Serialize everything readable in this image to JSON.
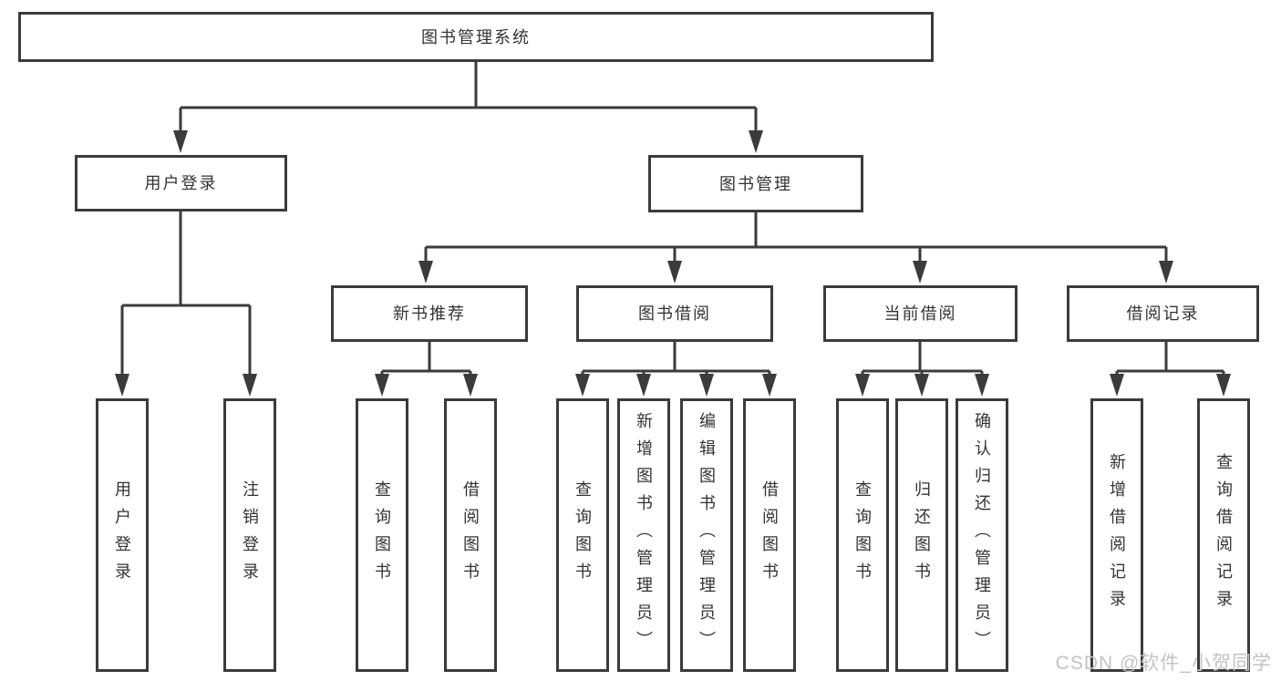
{
  "diagram": {
    "nodes": {
      "root": "图书管理系统",
      "login": "用户登录",
      "manage": "图书管理",
      "recommend": "新书推荐",
      "borrow": "图书借阅",
      "current": "当前借阅",
      "record": "借阅记录"
    },
    "leaves": {
      "login": [
        "用户登录",
        "注销登录"
      ],
      "recommend": [
        "查询图书",
        "借阅图书"
      ],
      "borrow": [
        "查询图书",
        "新增图书（管理员）",
        "编辑图书（管理员）",
        "借阅图书"
      ],
      "current": [
        "查询图书",
        "归还图书",
        "确认归还（管理员）"
      ],
      "record": [
        "新增借阅记录",
        "查询借阅记录"
      ]
    }
  },
  "watermark": "CSDN @软件_小贺同学",
  "colors": {
    "line": "#3b3b3b",
    "text": "#333333",
    "watermark_text": "#c3c3c3",
    "background": "#ffffff"
  }
}
